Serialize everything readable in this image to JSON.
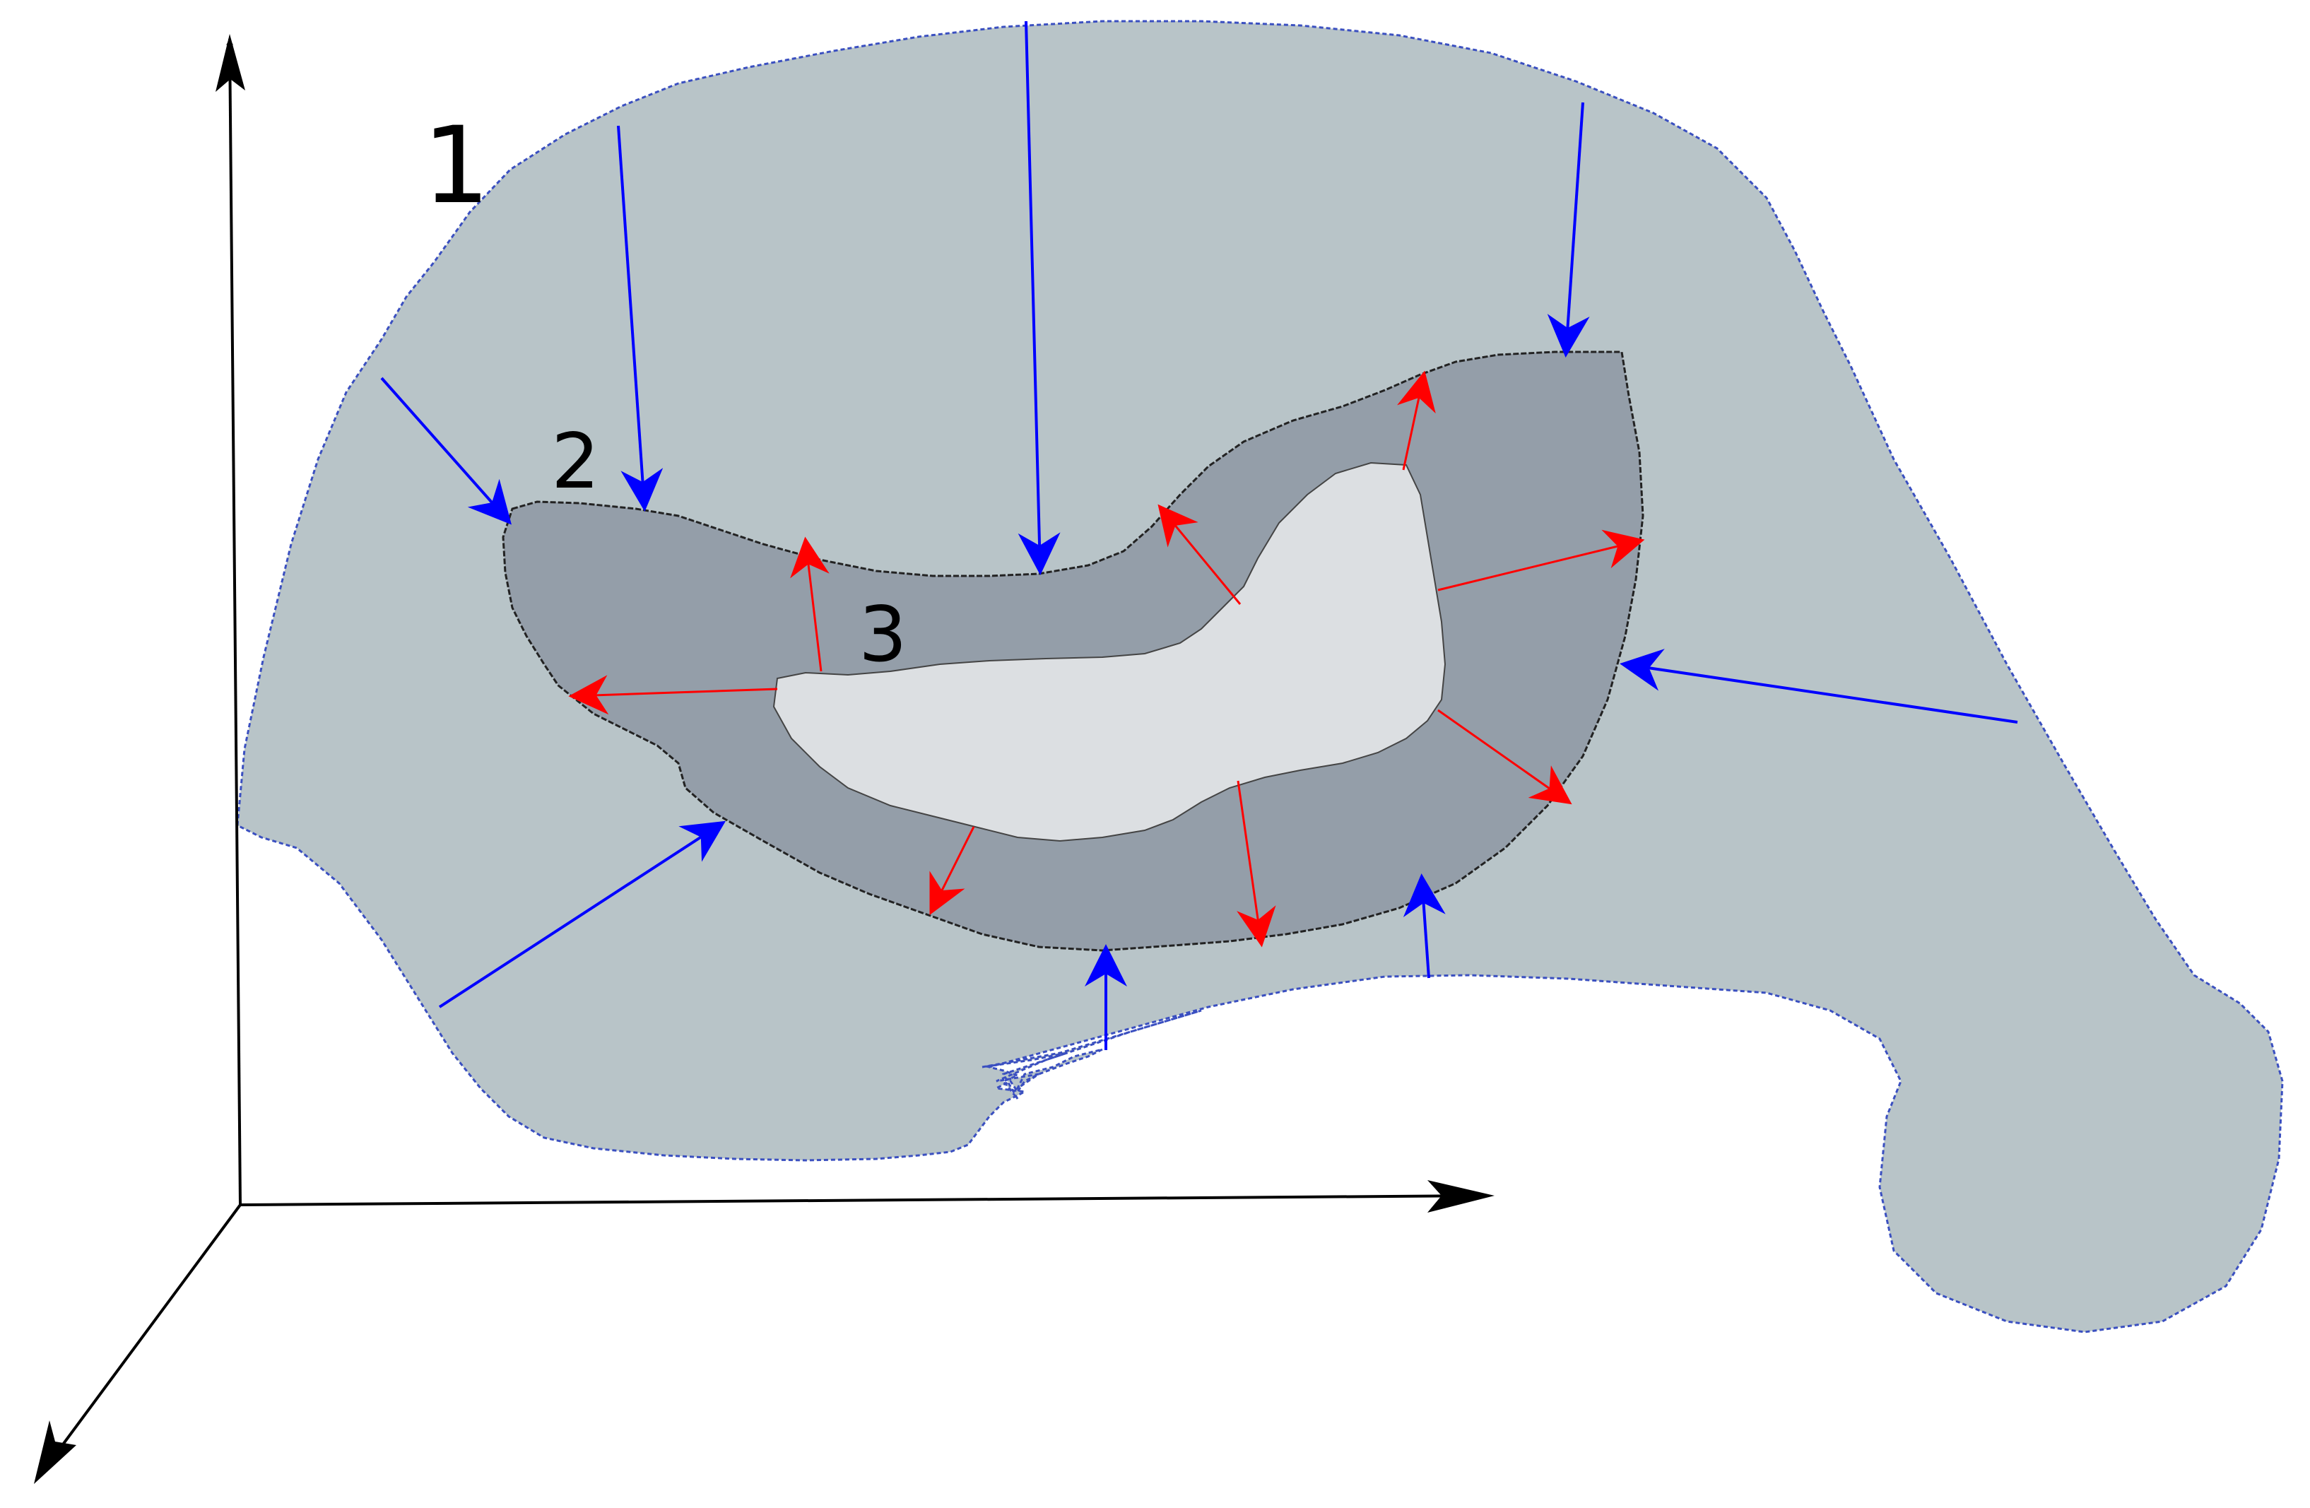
{
  "diagram": {
    "labels": {
      "outer_region": "1",
      "middle_region": "2",
      "inner_region": "3"
    },
    "colors": {
      "outer_region_fill": "#b8c4c8",
      "middle_region_fill": "#949ea9",
      "inner_region_fill": "#dcdfe2",
      "inward_arrow_color": "#0000ff",
      "outward_arrow_color": "#ff0000",
      "axis_color": "#000000"
    }
  }
}
